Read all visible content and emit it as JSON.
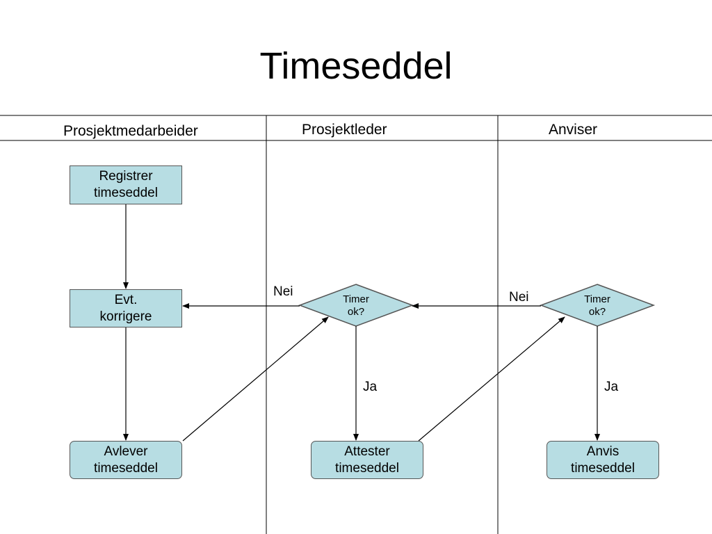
{
  "title": "Timeseddel",
  "lanes": [
    {
      "label": "Prosjektmedarbeider"
    },
    {
      "label": "Prosjektleder"
    },
    {
      "label": "Anviser"
    }
  ],
  "nodes": {
    "registrer": {
      "line1": "Registrer",
      "line2": "timeseddel"
    },
    "korrigere": {
      "line1": "Evt.",
      "line2": "korrigere"
    },
    "avlever": {
      "line1": "Avlever",
      "line2": "timeseddel"
    },
    "attester": {
      "line1": "Attester",
      "line2": "timeseddel"
    },
    "anvis": {
      "line1": "Anvis",
      "line2": "timeseddel"
    },
    "decision_leder": {
      "line1": "Timer",
      "line2": "ok?"
    },
    "decision_anviser": {
      "line1": "Timer",
      "line2": "ok?"
    }
  },
  "edge_labels": {
    "leder_no": "Nei",
    "leder_yes": "Ja",
    "anviser_no": "Nei",
    "anviser_yes": "Ja"
  },
  "colors": {
    "node_fill": "#b7dde3",
    "node_border": "#555555",
    "line": "#000000"
  }
}
